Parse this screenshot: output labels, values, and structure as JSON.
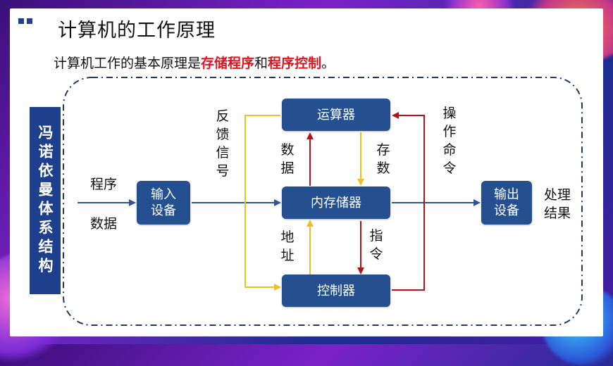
{
  "slide": {
    "title": "计算机的工作原理",
    "subtitle": {
      "prefix": "计算机工作的基本原理是",
      "highlight1": "存储程序",
      "connector": "和",
      "highlight2": "程序控制",
      "suffix": "。"
    },
    "vertical_banner": "冯诺依曼体系结构"
  },
  "diagram": {
    "nodes": {
      "alu": "运算器",
      "memory": "内存储器",
      "controller": "控制器",
      "input": "输入\n设备",
      "output": "输出\n设备"
    },
    "labels": {
      "program": "程序",
      "data": "数据",
      "feedback": "反\n馈\n信\n号",
      "data_up": "数\n据",
      "store": "存\n数",
      "address": "地\n址",
      "instruction": "指\n令",
      "op_command": "操\n作\n命\n令",
      "result": "处理\n结果"
    },
    "colors": {
      "blue_line": "#2f5597",
      "yellow_line": "#f0c020",
      "red_line": "#b5121b",
      "node_fill": "#24508f",
      "frame_dash": "#1f3864"
    }
  }
}
